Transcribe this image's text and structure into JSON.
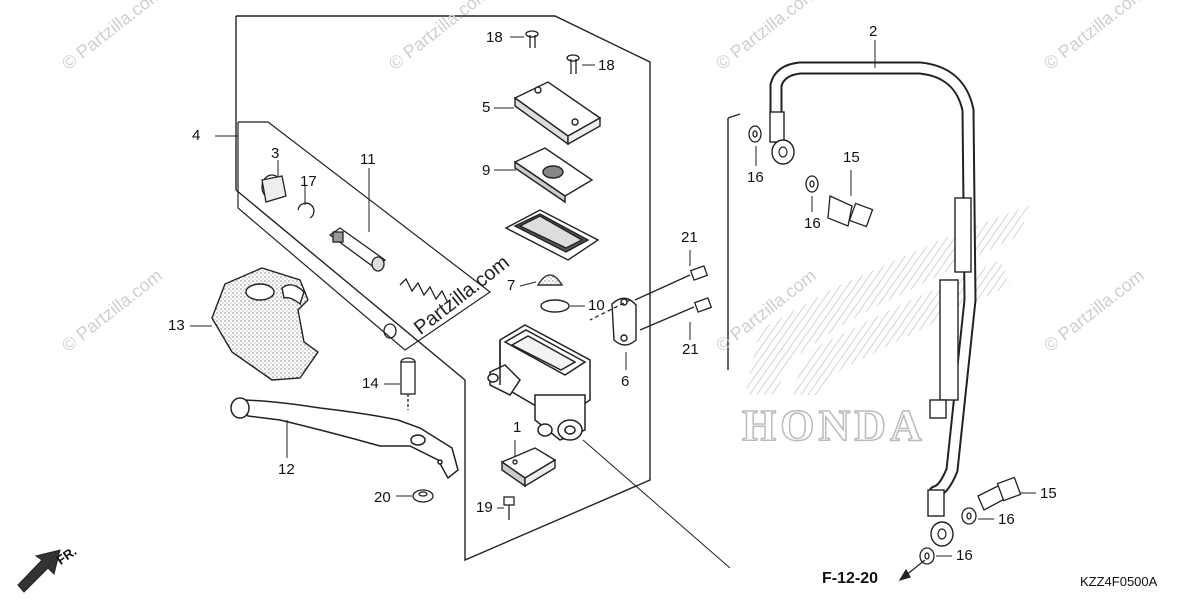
{
  "watermark": "© Partzilla.com",
  "inline_watermark": "Partzilla.com",
  "brand_watermark": "HONDA",
  "diagram_code": "KZZ4F0500A",
  "reference": "F-12-20",
  "direction_label": "FR.",
  "callouts": [
    "1",
    "2",
    "3",
    "4",
    "5",
    "6",
    "7",
    "9",
    "10",
    "11",
    "12",
    "13",
    "14",
    "15",
    "16",
    "17",
    "18",
    "19",
    "20",
    "21"
  ],
  "parts": {
    "master_cylinder": "1",
    "brake_hose": "2",
    "boot": "3",
    "piston_set": "4",
    "reservoir_cap": "5",
    "holder": "6",
    "float": "7",
    "diaphragm_plate": "9",
    "circlip": "10",
    "piston_kit": "11",
    "brake_lever": "12",
    "lever_guard": "13",
    "pivot_bolt": "14",
    "oil_bolt": "15",
    "sealing_washer": "16",
    "snap_ring": "17",
    "cap_screw": "18",
    "switch_screw": "19",
    "lever_nut": "20",
    "holder_bolt": "21"
  }
}
